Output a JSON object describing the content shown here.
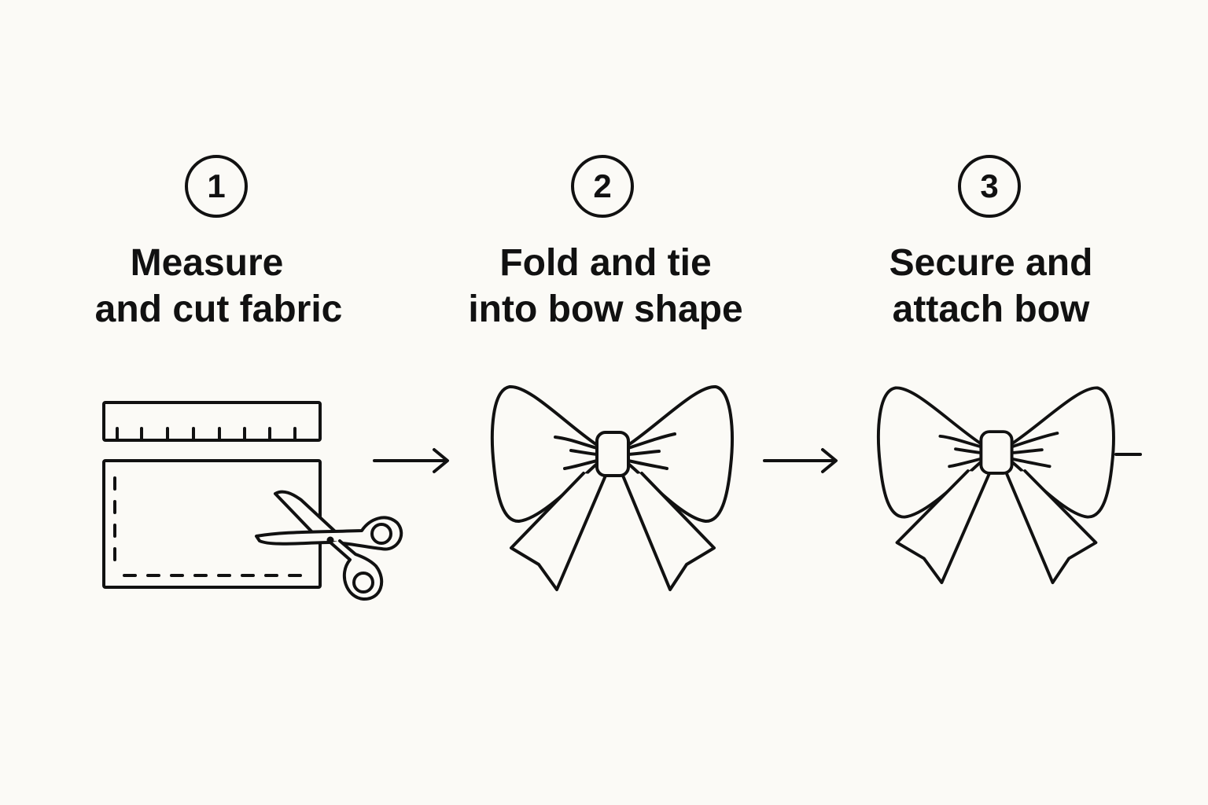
{
  "steps": [
    {
      "number": "1",
      "title_line1": "Measure",
      "title_line2": "and cut fabric",
      "icon": "ruler-fabric-scissors-icon"
    },
    {
      "number": "2",
      "title_line1": "Fold and tie",
      "title_line2": "into bow shape",
      "icon": "bow-icon"
    },
    {
      "number": "3",
      "title_line1": "Secure and",
      "title_line2": "attach bow",
      "icon": "attached-bow-icon"
    }
  ],
  "colors": {
    "background": "#fbfaf6",
    "ink": "#111111"
  }
}
